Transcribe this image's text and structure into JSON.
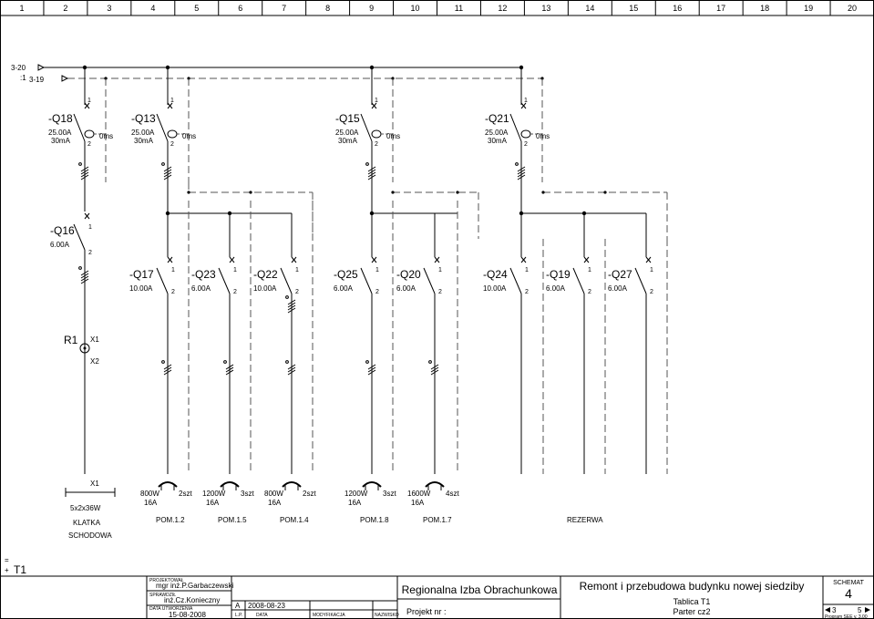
{
  "columns": [
    "1",
    "2",
    "3",
    "4",
    "5",
    "6",
    "7",
    "8",
    "9",
    "10",
    "11",
    "12",
    "13",
    "14",
    "15",
    "16",
    "17",
    "18",
    "19",
    "20"
  ],
  "incoming": {
    "ref_a": "3-20",
    "ref_a2": ":1",
    "ref_b": "3-19"
  },
  "rcd": [
    {
      "name": "-Q18",
      "current": "25.00A",
      "leak": "30mA",
      "time": "0ms",
      "t1": "1",
      "t2": "2"
    },
    {
      "name": "-Q13",
      "current": "25.00A",
      "leak": "30mA",
      "time": "0ms",
      "t1": "1",
      "t2": "2"
    },
    {
      "name": "-Q15",
      "current": "25.00A",
      "leak": "30mA",
      "time": "0ms",
      "t1": "1",
      "t2": "2"
    },
    {
      "name": "-Q21",
      "current": "25.00A",
      "leak": "30mA",
      "time": "0ms",
      "t1": "1",
      "t2": "2"
    }
  ],
  "q16": {
    "name": "-Q16",
    "current": "6.00A",
    "t1": "1",
    "t2": "2"
  },
  "breakers": [
    {
      "name": "-Q17",
      "current": "10.00A",
      "t1": "1",
      "t2": "2"
    },
    {
      "name": "-Q23",
      "current": "6.00A",
      "t1": "1",
      "t2": "2"
    },
    {
      "name": "-Q22",
      "current": "10.00A",
      "t1": "1",
      "t2": "2"
    },
    {
      "name": "-Q25",
      "current": "6.00A",
      "t1": "1",
      "t2": "2"
    },
    {
      "name": "-Q20",
      "current": "6.00A",
      "t1": "1",
      "t2": "2"
    },
    {
      "name": "-Q24",
      "current": "10.00A",
      "t1": "1",
      "t2": "2"
    },
    {
      "name": "-Q19",
      "current": "6.00A",
      "t1": "1",
      "t2": "2"
    },
    {
      "name": "-Q27",
      "current": "6.00A",
      "t1": "1",
      "t2": "2"
    }
  ],
  "relay": {
    "name": "R1",
    "x1": "X1",
    "x2": "X2"
  },
  "lamp": {
    "terminal": "X1",
    "spec": "5x2x36W",
    "label1": "KLATKA",
    "label2": "SCHODOWA"
  },
  "sockets": [
    {
      "power": "800W",
      "current": "16A",
      "qty": "2szt",
      "room": "POM.1.2"
    },
    {
      "power": "1200W",
      "current": "16A",
      "qty": "3szt",
      "room": "POM.1.5"
    },
    {
      "power": "800W",
      "current": "16A",
      "qty": "2szt",
      "room": "POM.1.4"
    },
    {
      "power": "1200W",
      "current": "16A",
      "qty": "3szt",
      "room": "POM.1.8"
    },
    {
      "power": "1600W",
      "current": "16A",
      "qty": "4szt",
      "room": "POM.1.7"
    }
  ],
  "reserve": "REZERWA",
  "board": {
    "eq": "=",
    "plus": "+",
    "name": "T1"
  },
  "title_block": {
    "designer_label": "PROJEKTOWAŁ",
    "designer": "mgr inż.P.Garbaczewski",
    "checker_label": "SPRAWDZIŁ",
    "checker": "inż.Cz.Konieczny",
    "date_label": "DATA UTWORZENIA",
    "date": "15-08-2008",
    "rev_letter": "A",
    "rev_date": "2008-08-23",
    "col_lp": "L.P.",
    "col_data": "DATA",
    "col_mod": "MODYFIKACJA",
    "col_name": "NAZWISKO",
    "client": "Regionalna Izba Obrachunkowa",
    "project_label": "Projekt nr :",
    "title": "Remont i przebudowa budynku nowej siedziby",
    "sub1": "Tablica T1",
    "sub2": "Parter cz2",
    "schemat_label": "SCHEMAT",
    "sheet_no": "4",
    "prev_sheet": "3",
    "next_sheet": "5",
    "program": "Program SEE v. 3.00"
  }
}
